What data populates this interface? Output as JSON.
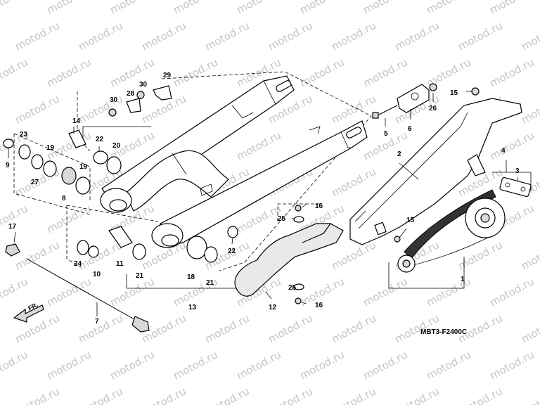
{
  "diagram": {
    "code": "MBT3-F2400C",
    "watermark_text": "motod.ru",
    "direction_label": "FR.",
    "callouts": [
      "1",
      "2",
      "3",
      "4",
      "5",
      "6",
      "7",
      "8",
      "9",
      "10",
      "11",
      "12",
      "13",
      "14",
      "15",
      "15",
      "16",
      "16",
      "17",
      "18",
      "19",
      "19",
      "20",
      "21",
      "21",
      "22",
      "22",
      "23",
      "24",
      "25",
      "25",
      "26",
      "27",
      "28",
      "29",
      "30",
      "30"
    ]
  }
}
